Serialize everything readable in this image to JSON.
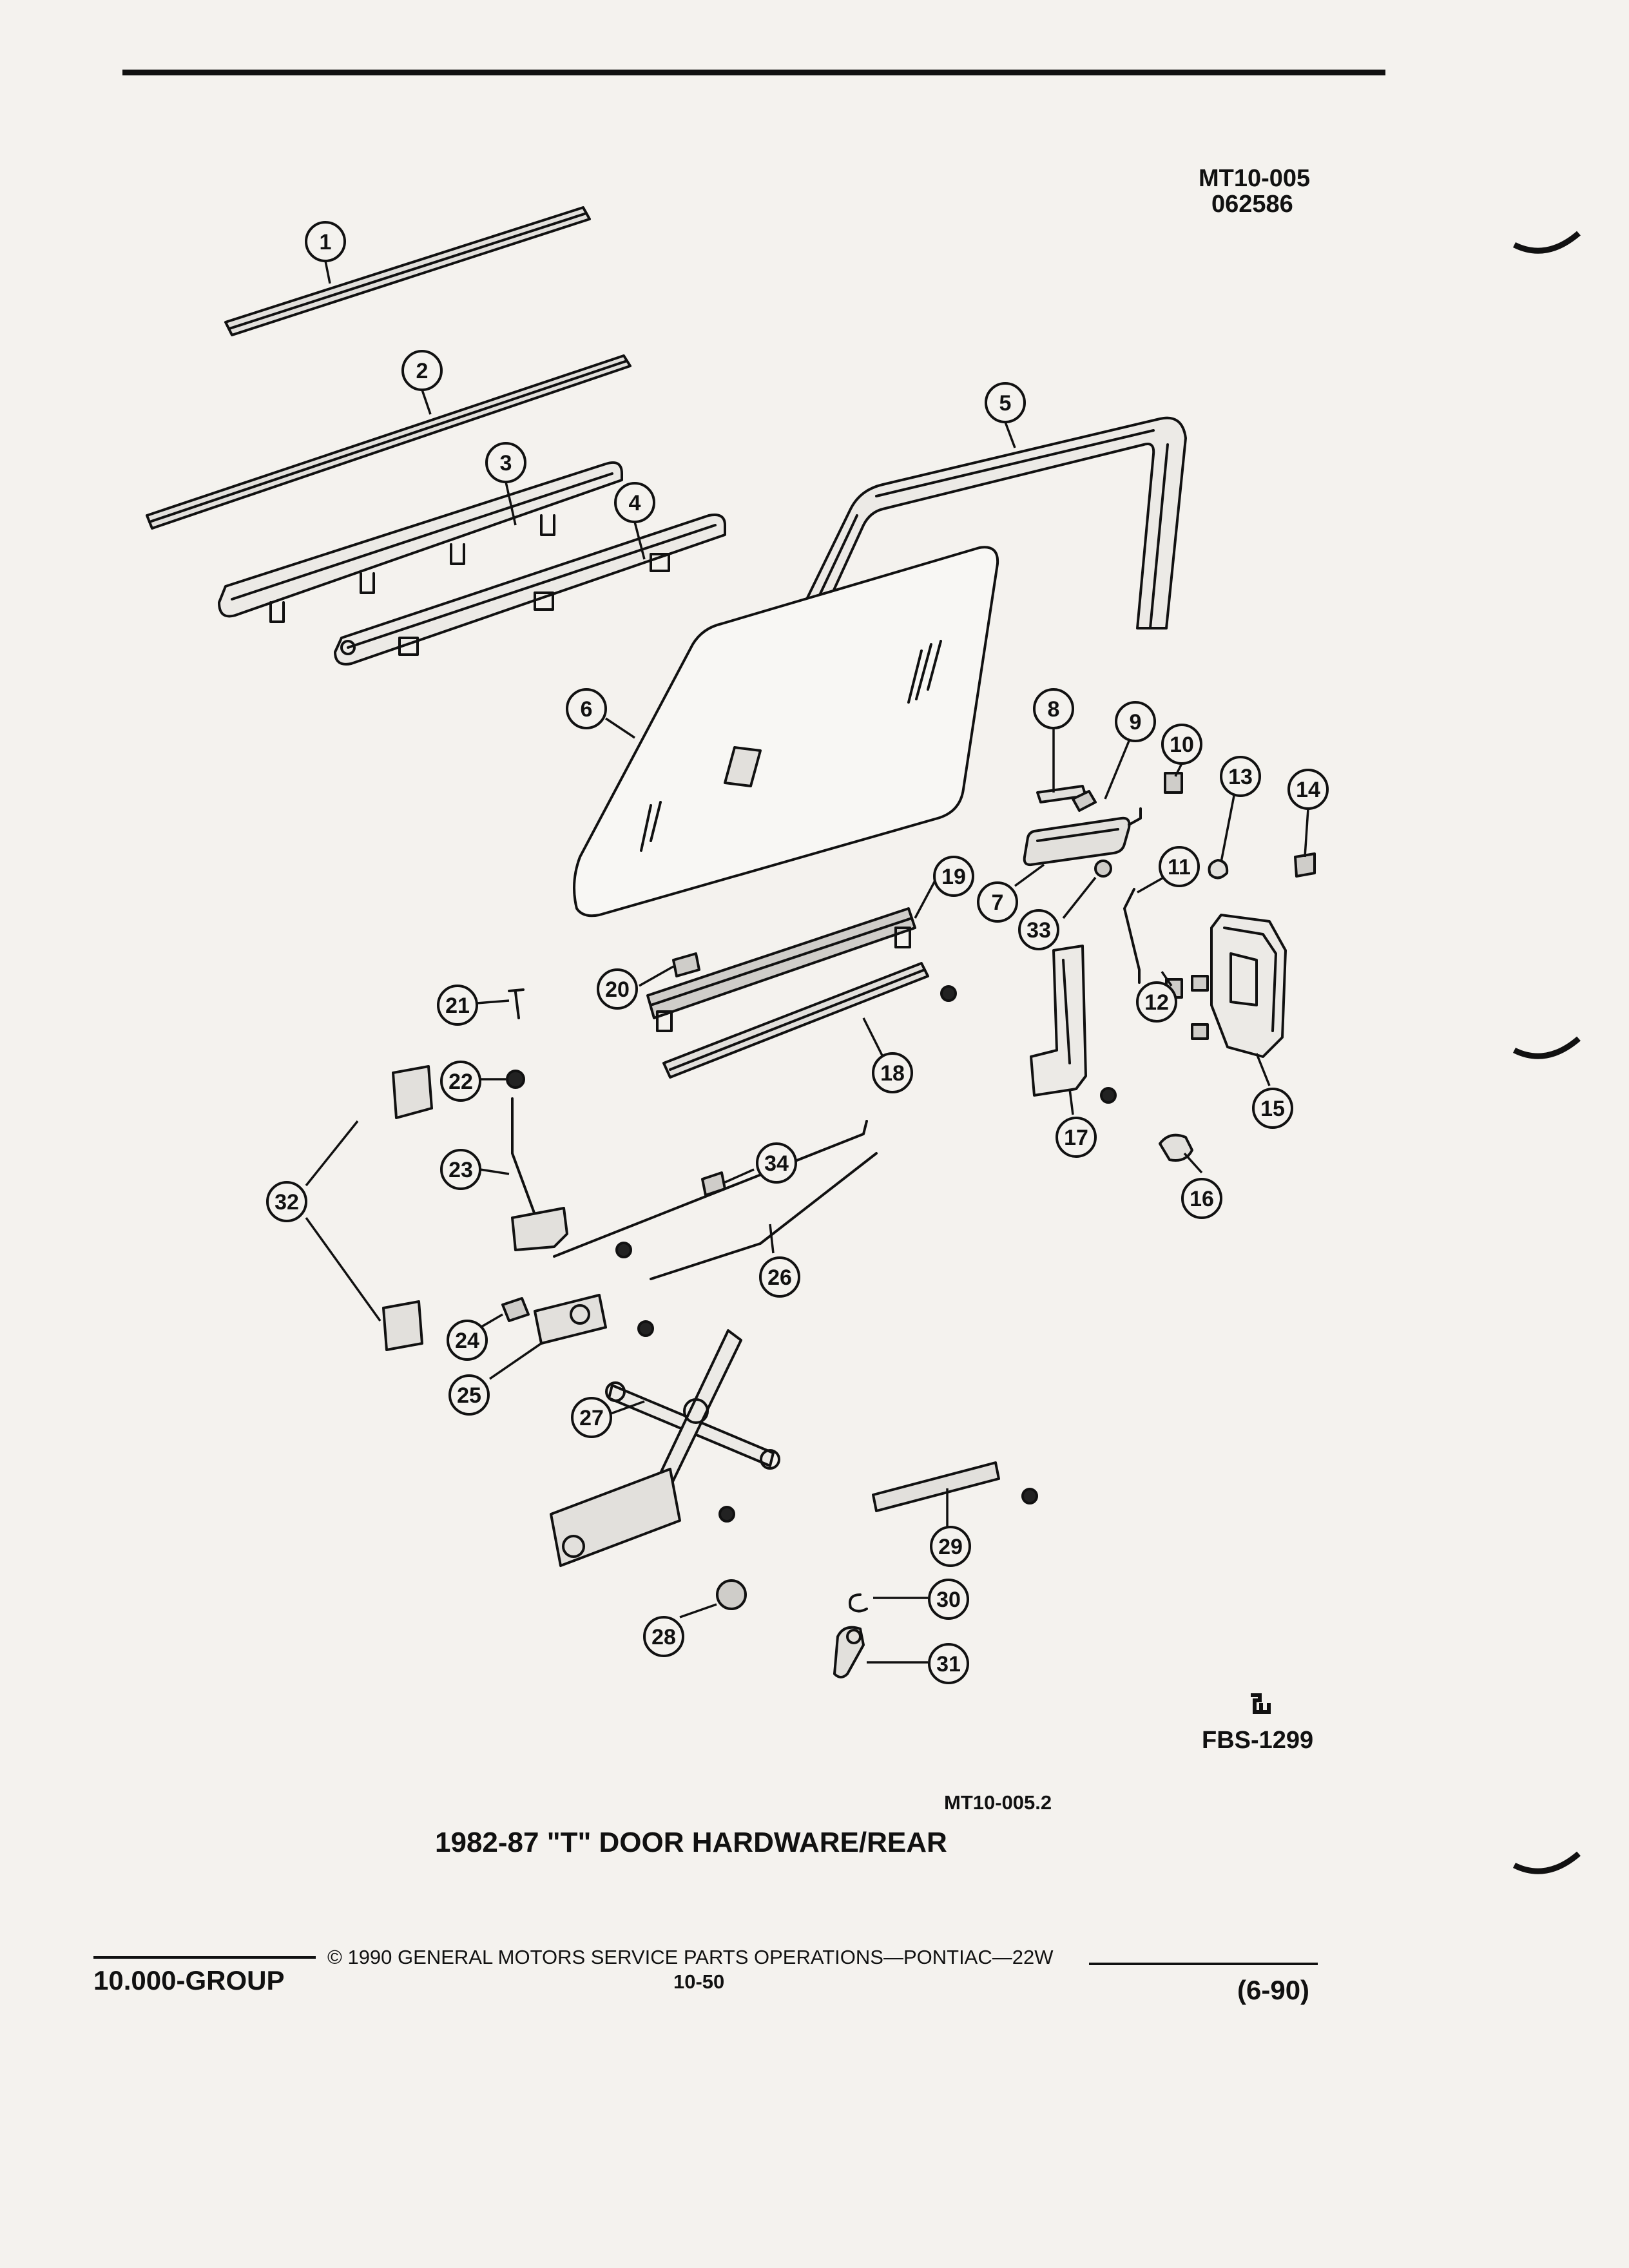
{
  "header": {
    "doc_code": "MT10-005",
    "doc_date": "062586"
  },
  "figure": {
    "ref_code": "FBS-1299",
    "fig_code": "MT10-005.2",
    "title": "1982-87 \"T\" DOOR HARDWARE/REAR",
    "callouts": [
      "1",
      "2",
      "3",
      "4",
      "5",
      "6",
      "7",
      "8",
      "9",
      "10",
      "11",
      "12",
      "13",
      "14",
      "15",
      "16",
      "17",
      "18",
      "19",
      "20",
      "21",
      "22",
      "23",
      "24",
      "25",
      "26",
      "27",
      "28",
      "29",
      "30",
      "31",
      "32",
      "33",
      "34"
    ]
  },
  "footer": {
    "group": "10.000-GROUP",
    "copyright": "© 1990 GENERAL MOTORS SERVICE PARTS OPERATIONS—PONTIAC—22W",
    "page": "10-50",
    "revision": "(6-90)"
  }
}
